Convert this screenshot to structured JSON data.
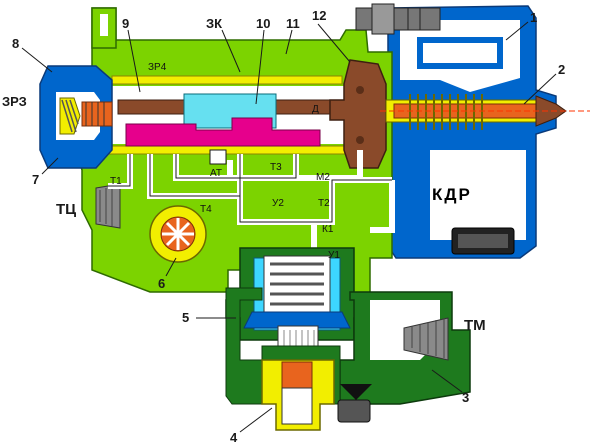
{
  "labels": {
    "callouts": {
      "n1": "1",
      "n2": "2",
      "n3": "3",
      "n4": "4",
      "n5": "5",
      "n6": "6",
      "n7": "7",
      "n8": "8",
      "n9": "9",
      "n10": "10",
      "n11": "11",
      "n12": "12"
    },
    "ports": {
      "zk": "ЗК",
      "zr3": "ЗРЗ",
      "zr4": "ЗР4",
      "tc": "ТЦ",
      "tm": "ТМ",
      "kdr": "КДР"
    },
    "inner": {
      "t1": "Т1",
      "t2": "Т2",
      "t3": "Т3",
      "t4": "Т4",
      "at": "АТ",
      "u1": "У1",
      "u2": "У2",
      "k1": "К1",
      "m2": "М2",
      "d": "Д"
    }
  },
  "colors": {
    "body_green": "#7CD300",
    "dark_green": "#1E7A1E",
    "blue": "#0066CC",
    "sky_blue": "#3DD6FF",
    "cyan": "#66E0F0",
    "magenta": "#E6008C",
    "yellow": "#F2EE00",
    "brown": "#8A4A2A",
    "orange": "#E8641E",
    "black_grey": "#333333"
  }
}
